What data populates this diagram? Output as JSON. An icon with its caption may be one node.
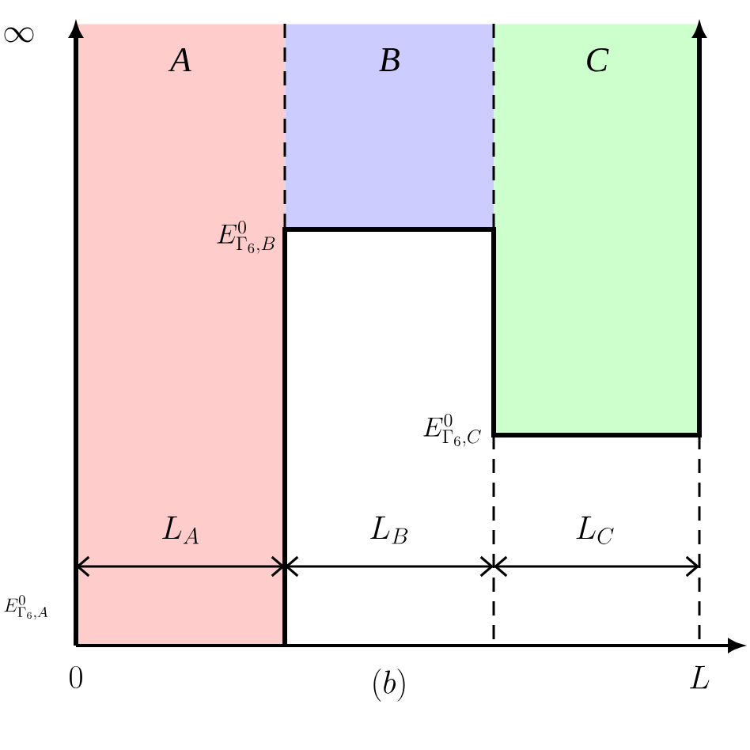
{
  "diagram": {
    "nodes": [
      {
        "text": [
          "A"
        ]
      },
      {
        "text": [
          "B"
        ]
      },
      {
        "text": [
          "C"
        ]
      }
    ],
    "labels": [
      "\\infty",
      "E^0_{\\Gamma_6,B}",
      "E^0_{\\Gamma_6,C}",
      "L_A",
      "L_B",
      "L_C",
      "E^0_{\\Gamma_6,A}",
      "0",
      "(b)",
      "L"
    ]
  }
}
